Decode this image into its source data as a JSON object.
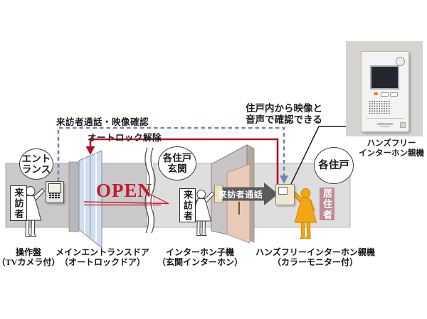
{
  "flow": {
    "visitor_call_video_confirm": "来訪者通話・映像確認",
    "autolock_release": "オートロック解除",
    "open_label": "OPEN",
    "visitor_talk": "来訪者通話",
    "inroom_note_1": "住戸内から映像と",
    "inroom_note_2": "音声で確認できる"
  },
  "zones": {
    "entrance_1": "エント",
    "entrance_2": "ランス",
    "unit_entrance_1": "各住戸",
    "unit_entrance_2": "玄関",
    "unit": "各住戸"
  },
  "people": {
    "visitor_entrance": "来訪者",
    "visitor_door": "来訪者",
    "resident": "居住者"
  },
  "captions": {
    "panel_1": "操作盤",
    "panel_2": "（TVカメラ付）",
    "main_door_1": "メインエントランスドア",
    "main_door_2": "（オートロックドア）",
    "sub_unit_1": "インターホン子機",
    "sub_unit_2": "（玄関インターホン）",
    "master_unit_1": "ハンズフリーインターホン親機",
    "master_unit_2": "（カラーモニター付）"
  },
  "inset": {
    "label_1": "ハンズフリー",
    "label_2": "インターホン親機"
  },
  "colors": {
    "flow_red": "#b11226",
    "flow_blue": "#7486ae",
    "open_red": "#c61a2b",
    "resident_orange": "#f3a514",
    "resident_tag_pink": "#c08a96",
    "band_dark": "#c9c9c9",
    "band_light": "#dedede",
    "glass_blue": "#cfdded",
    "door_pink": "#e9c9b7"
  }
}
